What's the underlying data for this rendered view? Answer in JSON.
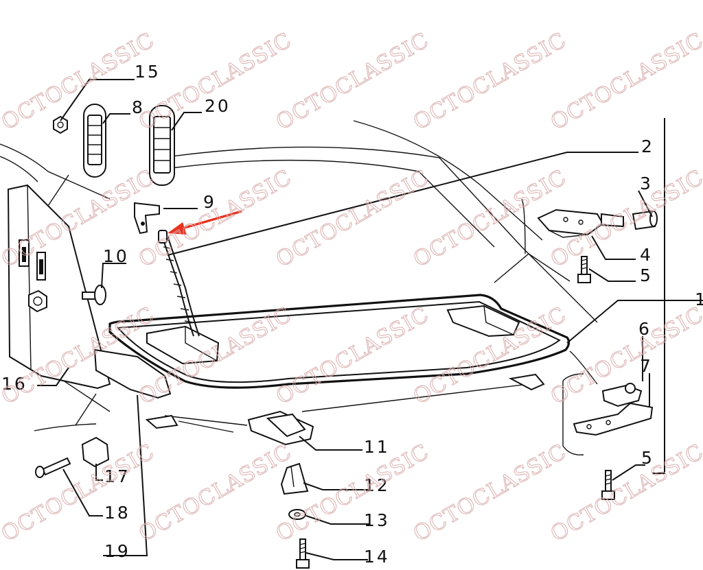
{
  "watermark": {
    "text": "OCTOCLASSIC",
    "color": "#d8a9a9"
  },
  "arrow_color": "#e8321f",
  "parts": [
    {
      "id": "label-1",
      "text": "1"
    },
    {
      "id": "label-2",
      "text": "2"
    },
    {
      "id": "label-3",
      "text": "3"
    },
    {
      "id": "label-4",
      "text": "4"
    },
    {
      "id": "label-5a",
      "text": "5"
    },
    {
      "id": "label-5b",
      "text": "5"
    },
    {
      "id": "label-6",
      "text": "6"
    },
    {
      "id": "label-7",
      "text": "7"
    },
    {
      "id": "label-8",
      "text": "8"
    },
    {
      "id": "label-9",
      "text": "9"
    },
    {
      "id": "label-10",
      "text": "10"
    },
    {
      "id": "label-11",
      "text": "11"
    },
    {
      "id": "label-12",
      "text": "12"
    },
    {
      "id": "label-13",
      "text": "13"
    },
    {
      "id": "label-14",
      "text": "14"
    },
    {
      "id": "label-15",
      "text": "15"
    },
    {
      "id": "label-16",
      "text": "16"
    },
    {
      "id": "label-17",
      "text": "17"
    },
    {
      "id": "label-18",
      "text": "18"
    },
    {
      "id": "label-19",
      "text": "19"
    },
    {
      "id": "label-20",
      "text": "20"
    }
  ]
}
